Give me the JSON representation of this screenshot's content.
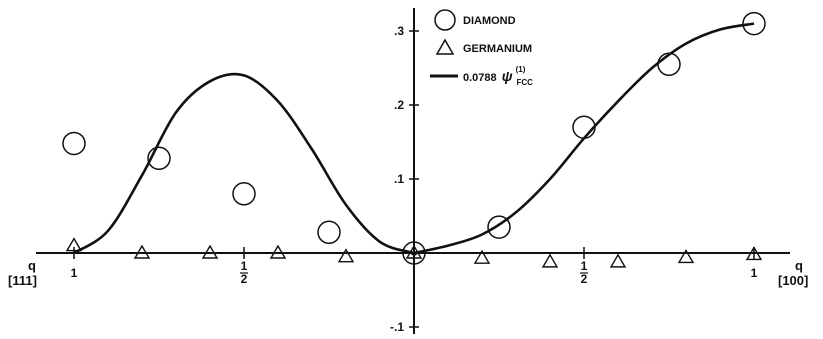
{
  "chart_data": {
    "type": "scatter",
    "title": "",
    "xlabel_left": {
      "q": "q",
      "direction": "[111]"
    },
    "xlabel_right": {
      "q": "q",
      "direction": "[100]"
    },
    "ylim": [
      -0.12,
      0.34
    ],
    "y_ticks": [
      {
        "value": 0.3,
        "label": ".3"
      },
      {
        "value": 0.2,
        "label": ".2"
      },
      {
        "value": 0.1,
        "label": ".1"
      },
      {
        "value": -0.1,
        "label": "-.1"
      }
    ],
    "x_ticks_111": [
      {
        "value": 1,
        "label": "1"
      },
      {
        "value": 0.5,
        "label": "1/2"
      }
    ],
    "x_ticks_100": [
      {
        "value": 0.5,
        "label": "1/2"
      },
      {
        "value": 1,
        "label": "1"
      }
    ],
    "legend": {
      "diamond_label": "DIAMOND",
      "germanium_label": "GERMANIUM",
      "curve_label_coeff": "0.0788",
      "curve_label_symbol": "ψ",
      "curve_label_sup": "(1)",
      "curve_label_sub": "FCC"
    },
    "series": [
      {
        "name": "DIAMOND",
        "marker": "circle",
        "points": [
          {
            "branch": "111",
            "q": 1.0,
            "y": 0.148
          },
          {
            "branch": "111",
            "q": 0.75,
            "y": 0.128
          },
          {
            "branch": "111",
            "q": 0.5,
            "y": 0.08
          },
          {
            "branch": "111",
            "q": 0.25,
            "y": 0.028
          },
          {
            "branch": "100",
            "q": 0.0,
            "y": 0.0
          },
          {
            "branch": "100",
            "q": 0.25,
            "y": 0.035
          },
          {
            "branch": "100",
            "q": 0.5,
            "y": 0.17
          },
          {
            "branch": "100",
            "q": 0.75,
            "y": 0.255
          },
          {
            "branch": "100",
            "q": 1.0,
            "y": 0.31
          }
        ]
      },
      {
        "name": "GERMANIUM",
        "marker": "triangle",
        "points": [
          {
            "branch": "111",
            "q": 1.0,
            "y": 0.01
          },
          {
            "branch": "111",
            "q": 0.8,
            "y": 0.0
          },
          {
            "branch": "111",
            "q": 0.6,
            "y": 0.0
          },
          {
            "branch": "111",
            "q": 0.4,
            "y": 0.0
          },
          {
            "branch": "111",
            "q": 0.2,
            "y": -0.005
          },
          {
            "branch": "100",
            "q": 0.0,
            "y": 0.0
          },
          {
            "branch": "100",
            "q": 0.2,
            "y": -0.007
          },
          {
            "branch": "100",
            "q": 0.4,
            "y": -0.012
          },
          {
            "branch": "100",
            "q": 0.6,
            "y": -0.012
          },
          {
            "branch": "100",
            "q": 0.8,
            "y": -0.006
          },
          {
            "branch": "100",
            "q": 1.0,
            "y": -0.002
          }
        ]
      },
      {
        "name": "0.0788 ψ(1) FCC",
        "marker": "line",
        "points": [
          {
            "branch": "111",
            "q": 1.0,
            "y": 0.0
          },
          {
            "branch": "111",
            "q": 0.9,
            "y": 0.03
          },
          {
            "branch": "111",
            "q": 0.8,
            "y": 0.105
          },
          {
            "branch": "111",
            "q": 0.7,
            "y": 0.19
          },
          {
            "branch": "111",
            "q": 0.6,
            "y": 0.232
          },
          {
            "branch": "111",
            "q": 0.5,
            "y": 0.24
          },
          {
            "branch": "111",
            "q": 0.4,
            "y": 0.205
          },
          {
            "branch": "111",
            "q": 0.3,
            "y": 0.14
          },
          {
            "branch": "111",
            "q": 0.2,
            "y": 0.065
          },
          {
            "branch": "111",
            "q": 0.1,
            "y": 0.015
          },
          {
            "branch": "111",
            "q": 0.0,
            "y": 0.0
          },
          {
            "branch": "100",
            "q": 0.0,
            "y": 0.0
          },
          {
            "branch": "100",
            "q": 0.1,
            "y": 0.01
          },
          {
            "branch": "100",
            "q": 0.2,
            "y": 0.025
          },
          {
            "branch": "100",
            "q": 0.3,
            "y": 0.055
          },
          {
            "branch": "100",
            "q": 0.4,
            "y": 0.1
          },
          {
            "branch": "100",
            "q": 0.5,
            "y": 0.155
          },
          {
            "branch": "100",
            "q": 0.6,
            "y": 0.205
          },
          {
            "branch": "100",
            "q": 0.7,
            "y": 0.25
          },
          {
            "branch": "100",
            "q": 0.8,
            "y": 0.283
          },
          {
            "branch": "100",
            "q": 0.9,
            "y": 0.302
          },
          {
            "branch": "100",
            "q": 1.0,
            "y": 0.31
          }
        ]
      }
    ],
    "grid": false
  }
}
